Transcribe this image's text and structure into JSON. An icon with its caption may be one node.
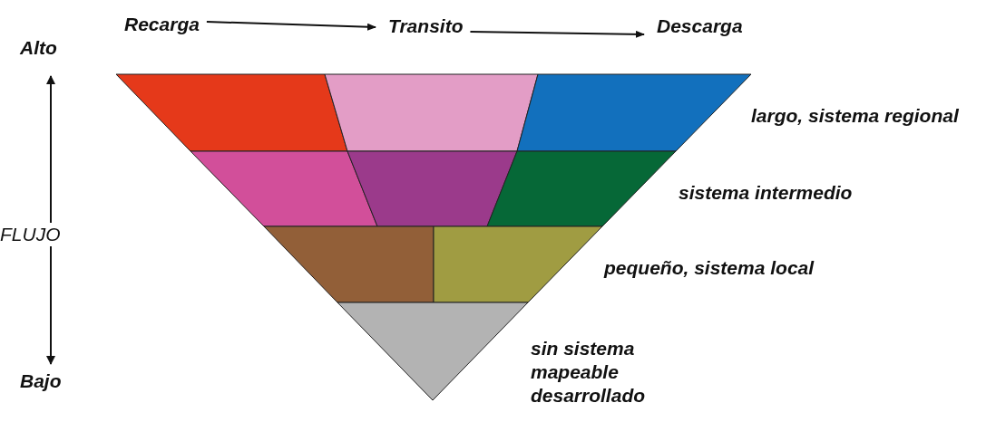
{
  "diagram": {
    "nodes": [
      {
        "text": [
          "Recarga"
        ]
      },
      {
        "text": [
          "Transito"
        ]
      },
      {
        "text": [
          "Descarga"
        ]
      }
    ],
    "edges": [
      {
        "from": 0,
        "to": 1,
        "arrow": "to"
      },
      {
        "from": 1,
        "to": 2,
        "arrow": "to"
      }
    ],
    "labels": [
      "Alto",
      "FLUJO",
      "largo, sistema regional",
      "sistema intermedio",
      "pequeño, sistema local",
      "sin sistema mapeable desarrollado",
      "Bajo"
    ]
  }
}
